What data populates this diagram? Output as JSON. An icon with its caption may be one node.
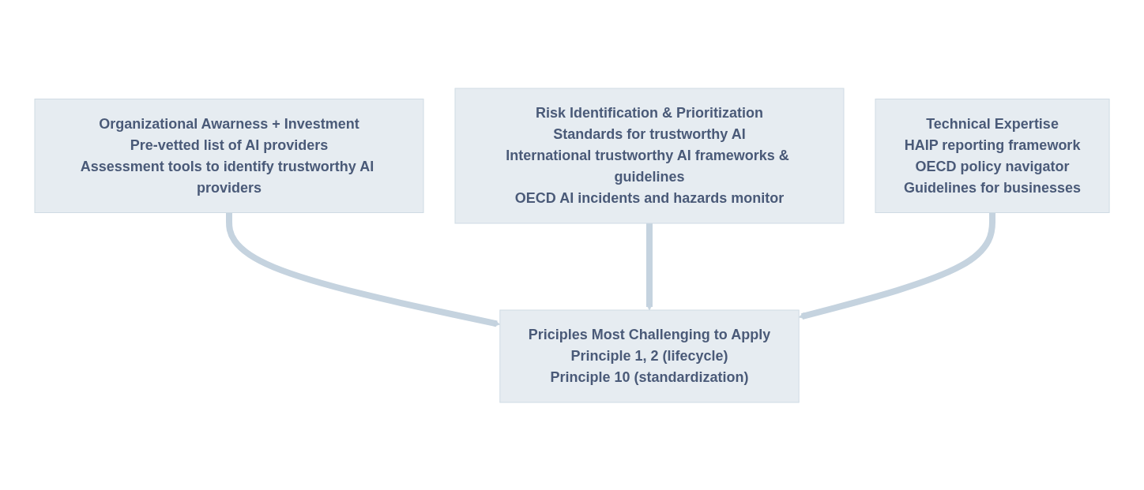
{
  "diagram": {
    "nodes": [
      {
        "text": [
          "Organizational Awarness + Investment",
          "Pre-vetted list of AI providers",
          "Assessment tools to identify trustworthy AI providers"
        ]
      },
      {
        "text": [
          "Risk Identification & Prioritization",
          "Standards for trustworthy AI",
          "International trustworthy AI frameworks & guidelines",
          "OECD AI incidents and hazards monitor"
        ]
      },
      {
        "text": [
          "Technical Expertise",
          "HAIP reporting framework",
          "OECD policy navigator",
          "Guidelines for businesses"
        ]
      },
      {
        "text": [
          "Priciples Most Challenging to Apply",
          "Principle 1, 2 (lifecycle)",
          "Principle 10 (standardization)"
        ]
      }
    ],
    "edges": [
      {
        "from": 0,
        "to": 3,
        "arrow": "to"
      },
      {
        "from": 1,
        "to": 3,
        "arrow": "to"
      },
      {
        "from": 2,
        "to": 3,
        "arrow": "to"
      }
    ]
  }
}
